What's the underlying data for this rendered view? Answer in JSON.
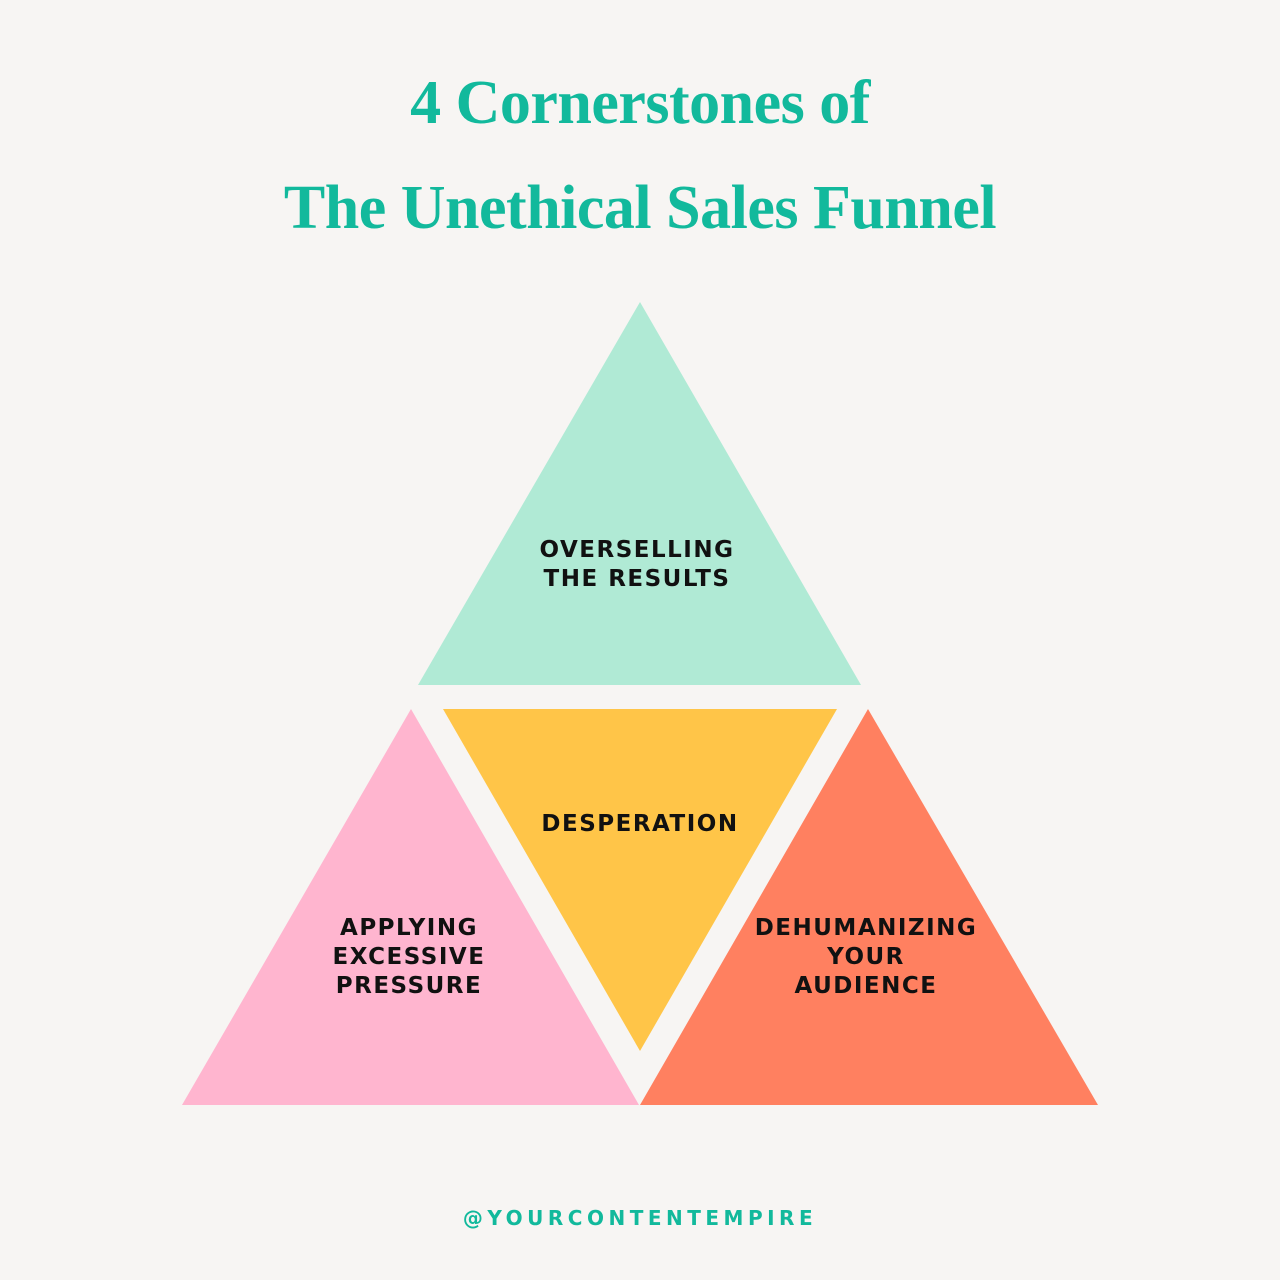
{
  "title": {
    "line1": "4 Cornerstones of",
    "line2": "The Unethical Sales Funnel"
  },
  "diagram": {
    "top": {
      "label": "OVERSELLING\nTHE RESULTS",
      "color": "#b0ead5"
    },
    "center": {
      "label": "DESPERATION",
      "color": "#ffc548"
    },
    "left": {
      "label": "APPLYING\nEXCESSIVE\nPRESSURE",
      "color": "#ffb5cf"
    },
    "right": {
      "label": "DEHUMANIZING\nYOUR\nAUDIENCE",
      "color": "#ff8060"
    }
  },
  "footer": {
    "handle": "@YOURCONTENTEMPIRE"
  }
}
